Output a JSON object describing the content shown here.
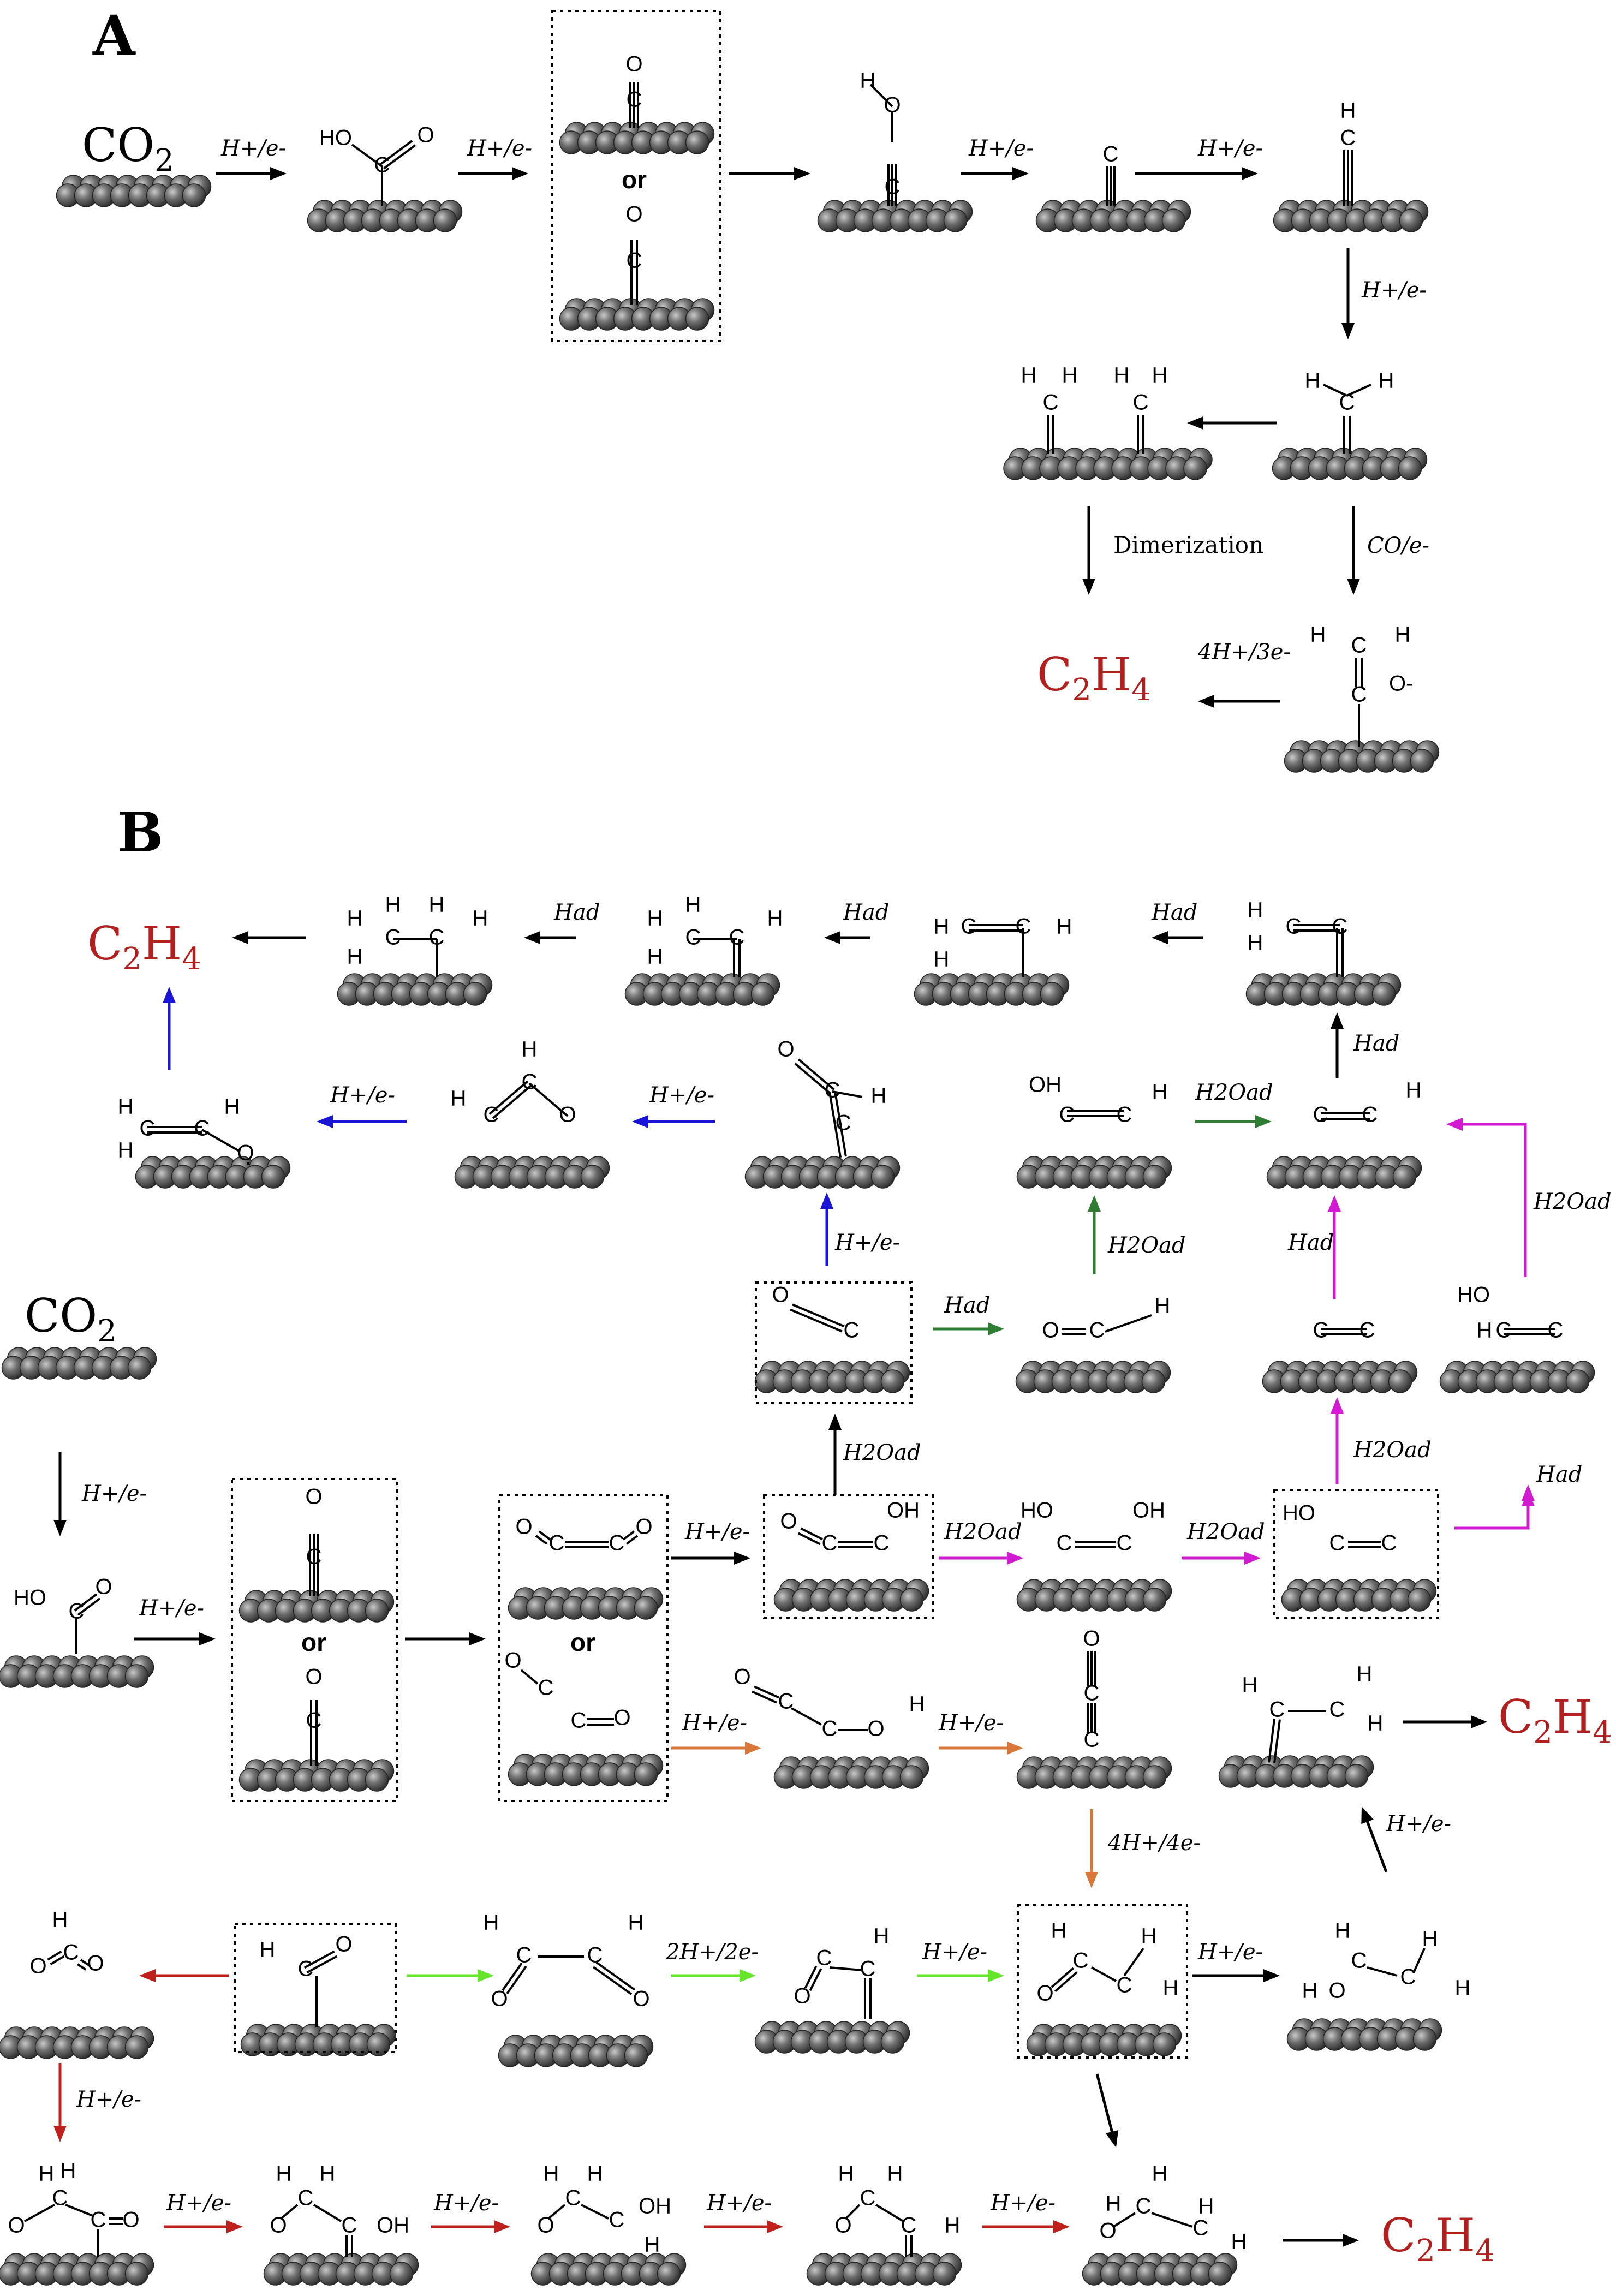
{
  "panels": {
    "a": "A",
    "b": "B"
  },
  "species": {
    "co2": "CO",
    "co2_sub": "2",
    "product": "C",
    "product_sub1": "2",
    "product_mid": "H",
    "product_sub2": "4"
  },
  "connectors": {
    "or": "or"
  },
  "labels": {
    "h_e": "H+/e-",
    "had": "Had",
    "h2oad": "H2Oad",
    "dimerization": "Dimerization",
    "co_e": "CO/e-",
    "h4_e3": "4H+/3e-",
    "h2_e2": "2H+/2e-",
    "h4_e4": "4H+/4e-"
  },
  "atoms": {
    "C": "C",
    "O": "O",
    "H": "H",
    "HO": "HO",
    "OH": "OH",
    "O_minus": "O-"
  },
  "colors": {
    "black": "#000000",
    "blue": "#1a14d6",
    "green": "#2e7d32",
    "magenta": "#d21ad2",
    "orange": "#d9773a",
    "red": "#c0201c",
    "lime": "#66e62a",
    "product": "#b21f1f",
    "atom": "#6b6b6b"
  }
}
